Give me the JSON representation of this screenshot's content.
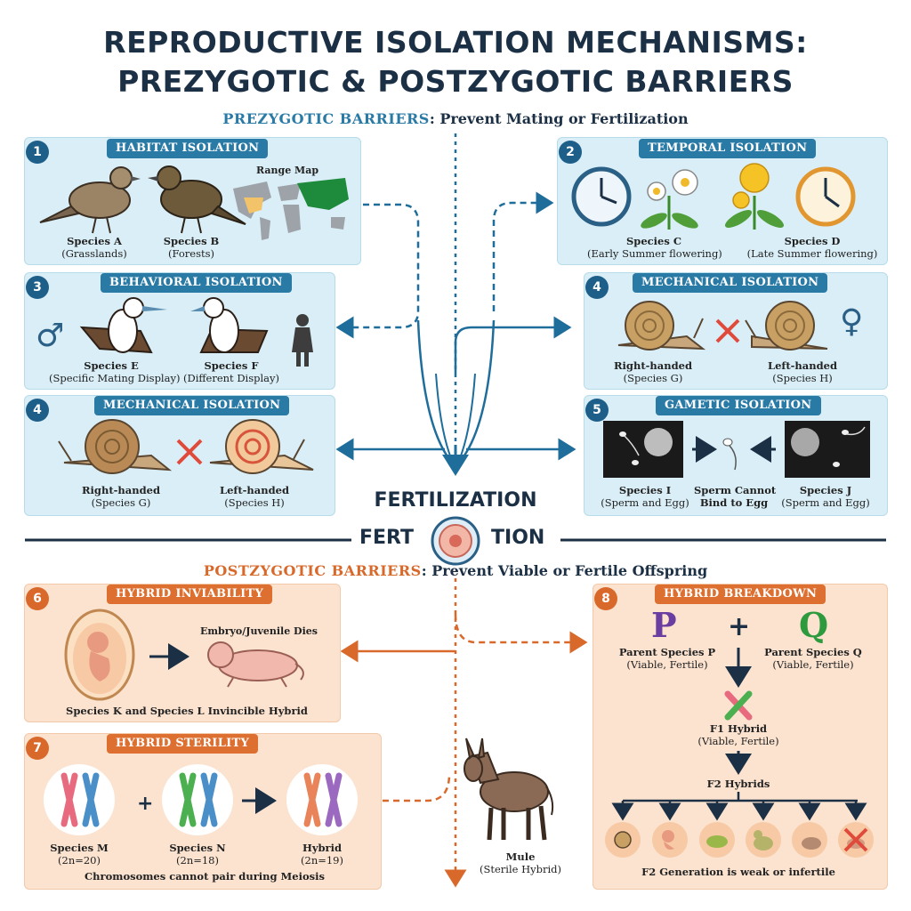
{
  "title_line1": "REPRODUCTIVE ISOLATION MECHANISMS:",
  "title_line2": "PREZYGOTIC & POSTZYGOTIC BARRIERS",
  "prezygotic": {
    "key": "PREZYGOTIC BARRIERS",
    "rest": ": Prevent Mating or Fertilization"
  },
  "postzygotic": {
    "key": "POSTZYGOTIC BARRIERS",
    "rest": ": Prevent Viable or Fertile Offspring"
  },
  "fertilization": "FERTILIZATION",
  "divider": {
    "left": "FERT",
    "right": "TION"
  },
  "panels": {
    "habitat": {
      "num": "1",
      "title": "HABITAT ISOLATION",
      "map_label": "Range Map",
      "a_name": "Species A",
      "a_sub": "(Grasslands)",
      "b_name": "Species B",
      "b_sub": "(Forests)"
    },
    "temporal": {
      "num": "2",
      "title": "TEMPORAL ISOLATION",
      "c_name": "Species C",
      "c_sub": "(Early Summer flowering)",
      "d_name": "Species D",
      "d_sub": "(Late Summer flowering)"
    },
    "behavioral": {
      "num": "3",
      "title": "BEHAVIORAL ISOLATION",
      "e_name": "Species E",
      "e_sub": "(Specific Mating Display)",
      "f_name": "Species F",
      "f_sub": "(Different Display)",
      "male_symbol": "♂"
    },
    "mech_right": {
      "num": "4",
      "title": "MECHANICAL ISOLATION",
      "g_name": "Right-handed",
      "g_sub": "(Species G)",
      "h_name": "Left-handed",
      "h_sub": "(Species H)",
      "female_symbol": "♀"
    },
    "mech_left": {
      "num": "4",
      "title": "MECHANICAL ISOLATION",
      "g_name": "Right-handed",
      "g_sub": "(Species G)",
      "h_name": "Left-handed",
      "h_sub": "(Species H)"
    },
    "gametic": {
      "num": "5",
      "title": "GAMETIC ISOLATION",
      "i_name": "Species I",
      "i_sub": "(Sperm and Egg)",
      "mid_1": "Sperm Cannot",
      "mid_2": "Bind to Egg",
      "j_name": "Species J",
      "j_sub": "(Sperm and Egg)"
    },
    "inviability": {
      "num": "6",
      "title": "HYBRID INVIABILITY",
      "dies": "Embryo/Juvenile Dies",
      "caption": "Species K and Species L  Invincible Hybrid"
    },
    "sterility": {
      "num": "7",
      "title": "HYBRID STERILITY",
      "m_name": "Species M",
      "m_sub": "(2n=20)",
      "n_name": "Species N",
      "n_sub": "(2n=18)",
      "h_name": "Hybrid",
      "h_sub": "(2n=19)",
      "caption": "Chromosomes cannot pair during Meiosis",
      "plus": "+"
    },
    "breakdown": {
      "num": "8",
      "title": "HYBRID BREAKDOWN",
      "p_letter": "P",
      "q_letter": "Q",
      "plus": "+",
      "p_name": "Parent Species P",
      "p_sub": "(Viable, Fertile)",
      "q_name": "Parent Species Q",
      "q_sub": "(Viable, Fertile)",
      "f1_name": "F1 Hybrid",
      "f1_sub": "(Viable, Fertile)",
      "f2_name": "F2 Hybrids",
      "caption": "F2 Generation is weak or infertile"
    }
  },
  "mule": {
    "name": "Mule",
    "sub": "(Sterile Hybrid)"
  },
  "colors": {
    "pre_accent": "#2a7aa6",
    "post_accent": "#dd6f30",
    "title": "#1b2f45",
    "pre_panel": "#d9eef6",
    "post_panel": "#fbe3d0"
  }
}
